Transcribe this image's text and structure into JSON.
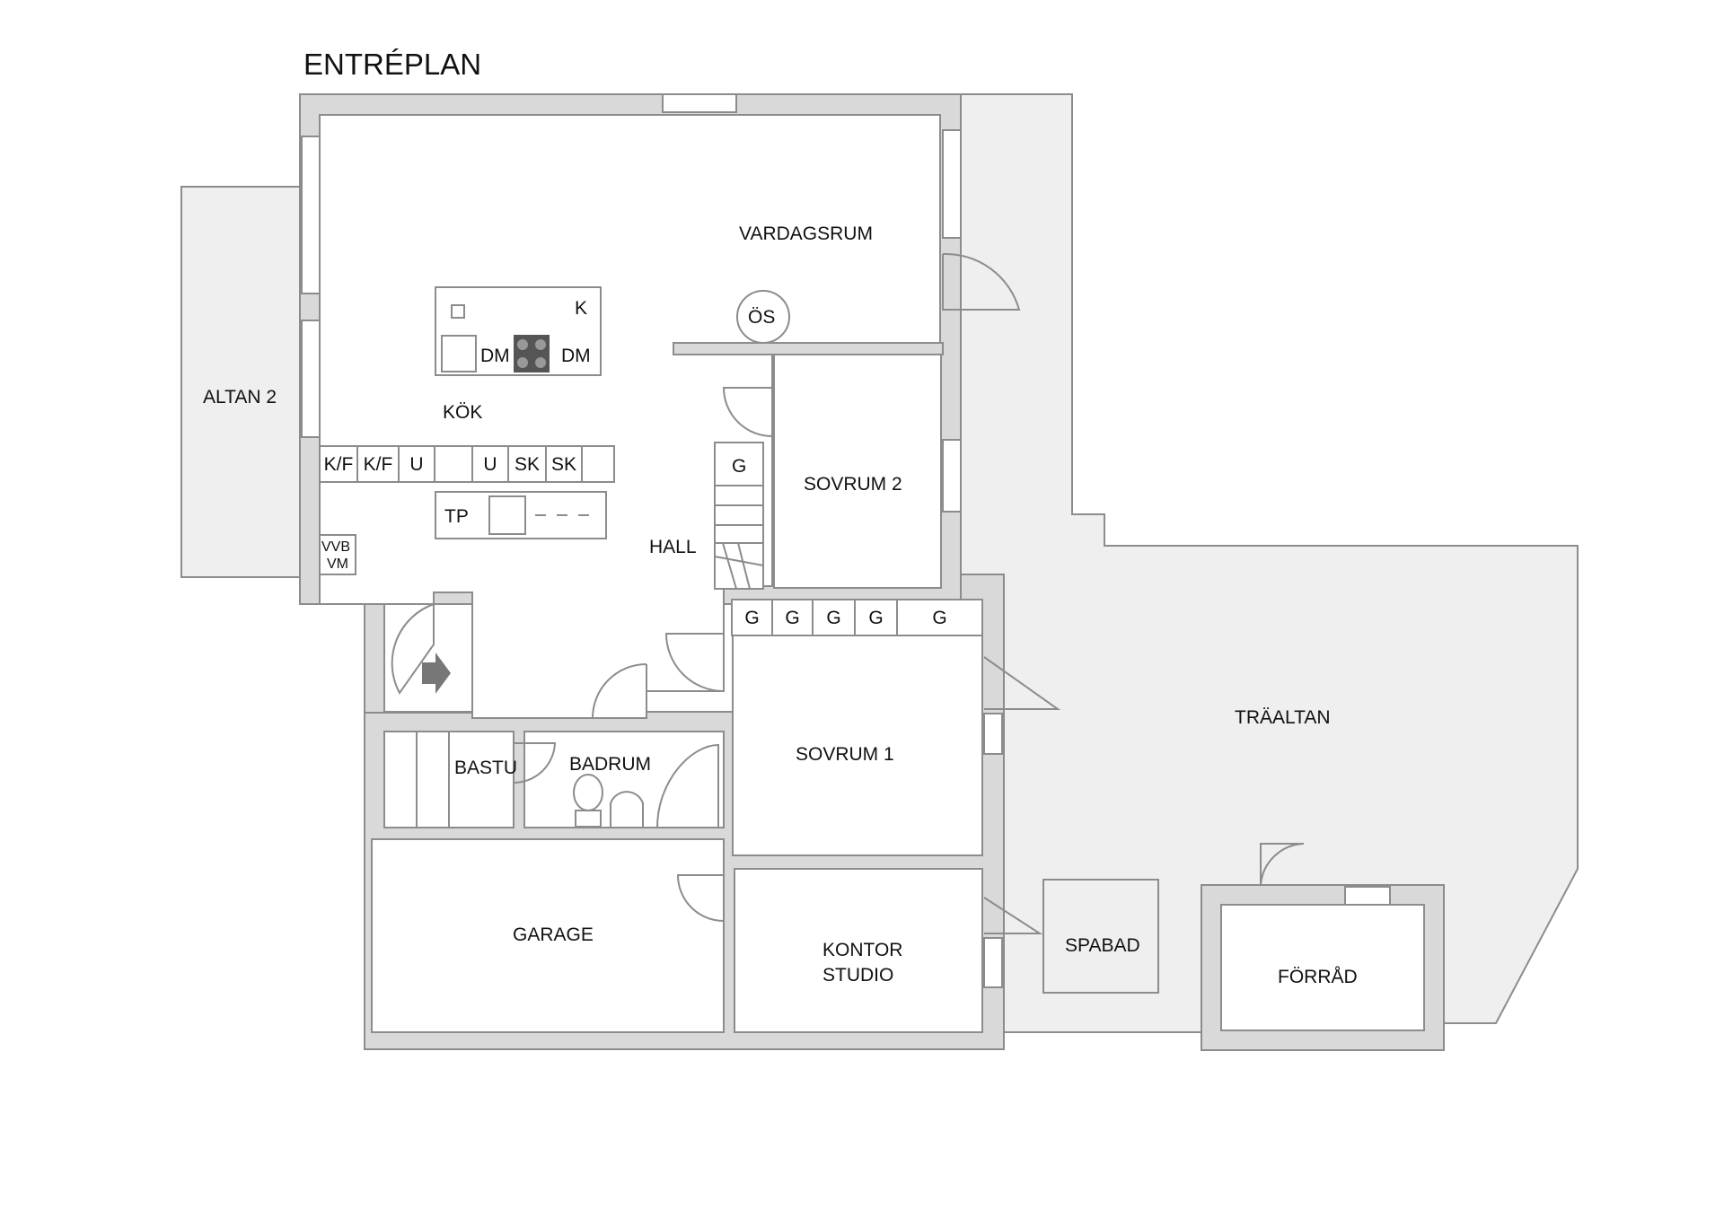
{
  "title": "ENTRÉPLAN",
  "rooms": {
    "vardagsrum": "VARDAGSRUM",
    "kok": "KÖK",
    "altan2": "ALTAN 2",
    "os": "ÖS",
    "sovrum2": "SOVRUM 2",
    "hall": "HALL",
    "traaltan": "TRÄALTAN",
    "sovrum1": "SOVRUM 1",
    "bastu": "BASTU",
    "badrum": "BADRUM",
    "garage": "GARAGE",
    "kontor_line1": "KONTOR",
    "kontor_line2": "STUDIO",
    "spabad": "SPABAD",
    "forrad": "FÖRRÅD"
  },
  "island": {
    "k": "K",
    "dm_left": "DM",
    "dm_right": "DM"
  },
  "kitchen_row": [
    "K/F",
    "K/F",
    "U",
    "",
    "U",
    "SK",
    "SK"
  ],
  "counter": {
    "tp": "TP",
    "vvb": "VVB",
    "vm": "VM"
  },
  "stair_cabinet": "G",
  "wardrobes": [
    "G",
    "G",
    "G",
    "G",
    "G"
  ]
}
